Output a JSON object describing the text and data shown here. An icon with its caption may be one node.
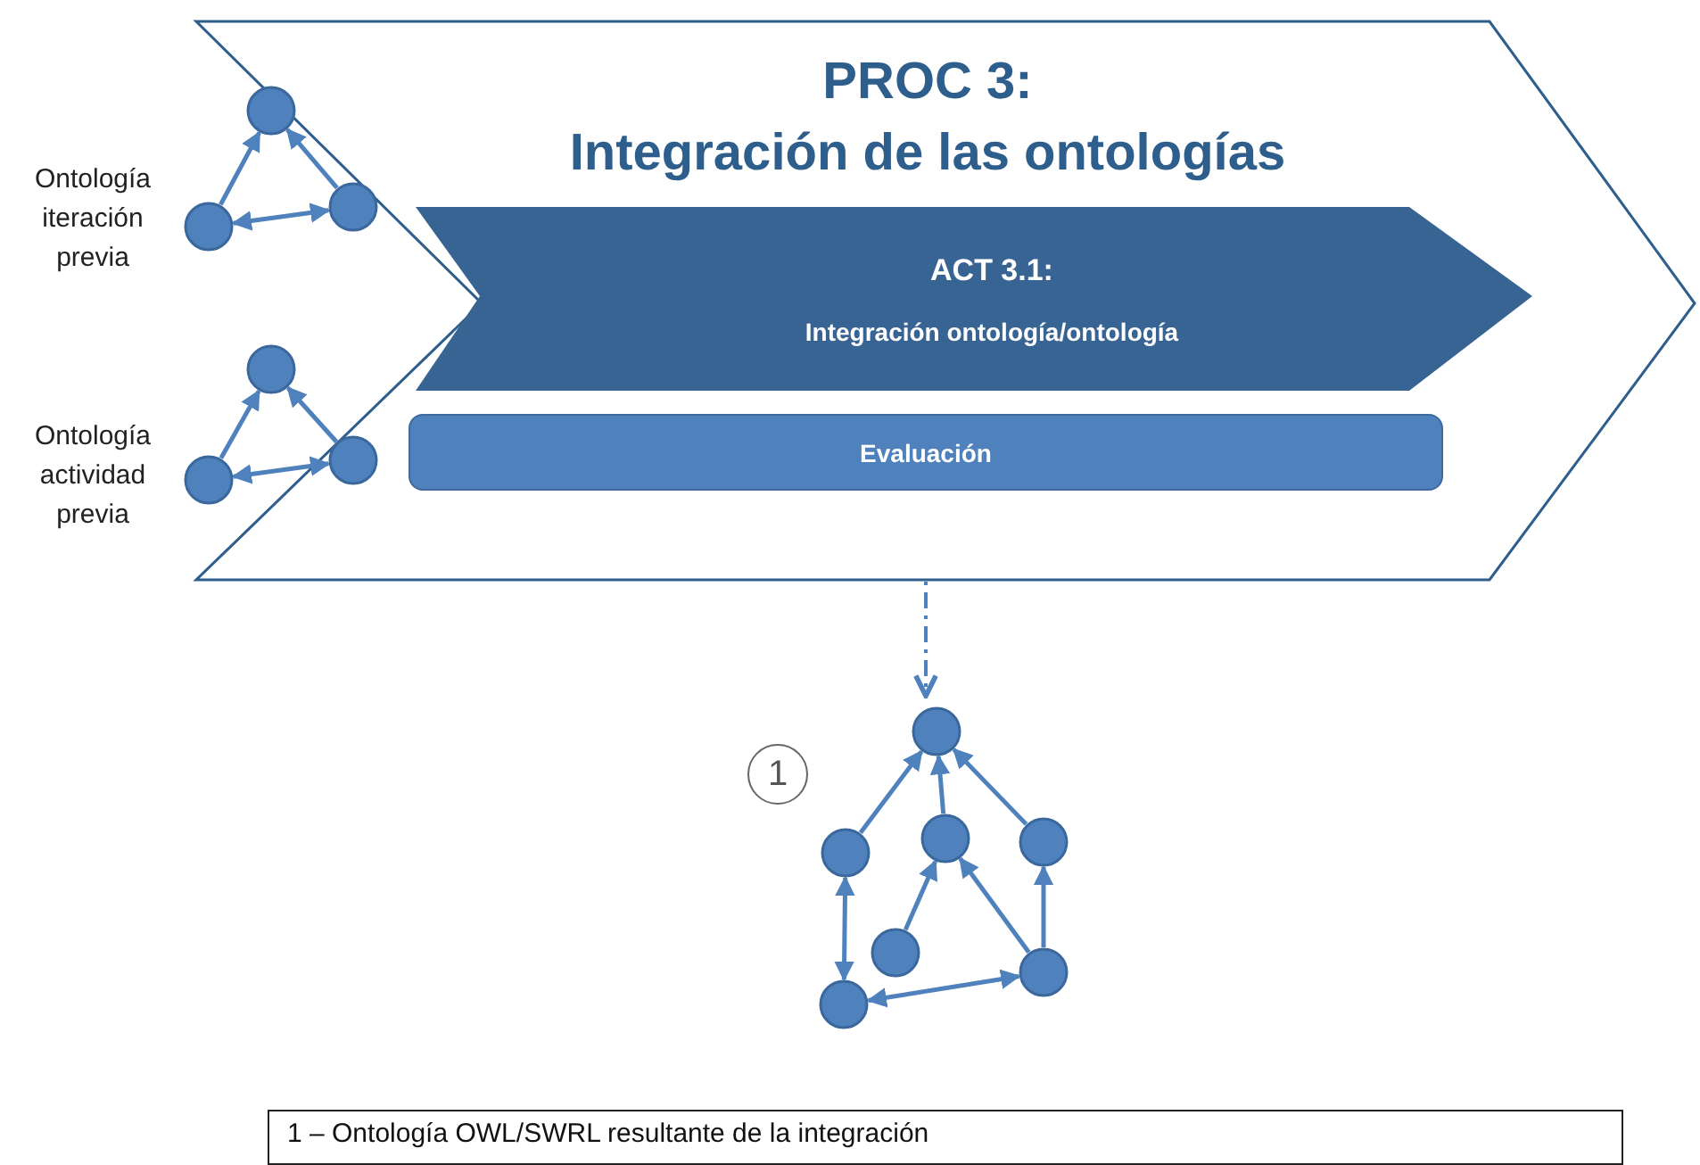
{
  "diagram": {
    "nodes": [
      {
        "text": [
          "PROC 3:",
          "Integración de las ontologías"
        ]
      },
      {
        "text": [
          "ACT 3.1:",
          "Integración ontología/ontología"
        ],
        "in": 0
      },
      {
        "text": [
          "Evaluación"
        ],
        "in": 0
      },
      {
        "text": [],
        "shape": "picture",
        "beside": [
          "Ontología iteración previa"
        ]
      },
      {
        "text": [],
        "shape": "picture",
        "beside": [
          "Ontología actividad previa"
        ]
      },
      {
        "text": [],
        "shape": "picture"
      },
      {
        "text": [
          "1 – Ontología OWL/SWRL resultante de la integración"
        ]
      }
    ],
    "edges": [
      {
        "from": 2,
        "to": 5,
        "arrow": "to",
        "style": "dashed"
      }
    ],
    "labels": [
      "1"
    ]
  }
}
